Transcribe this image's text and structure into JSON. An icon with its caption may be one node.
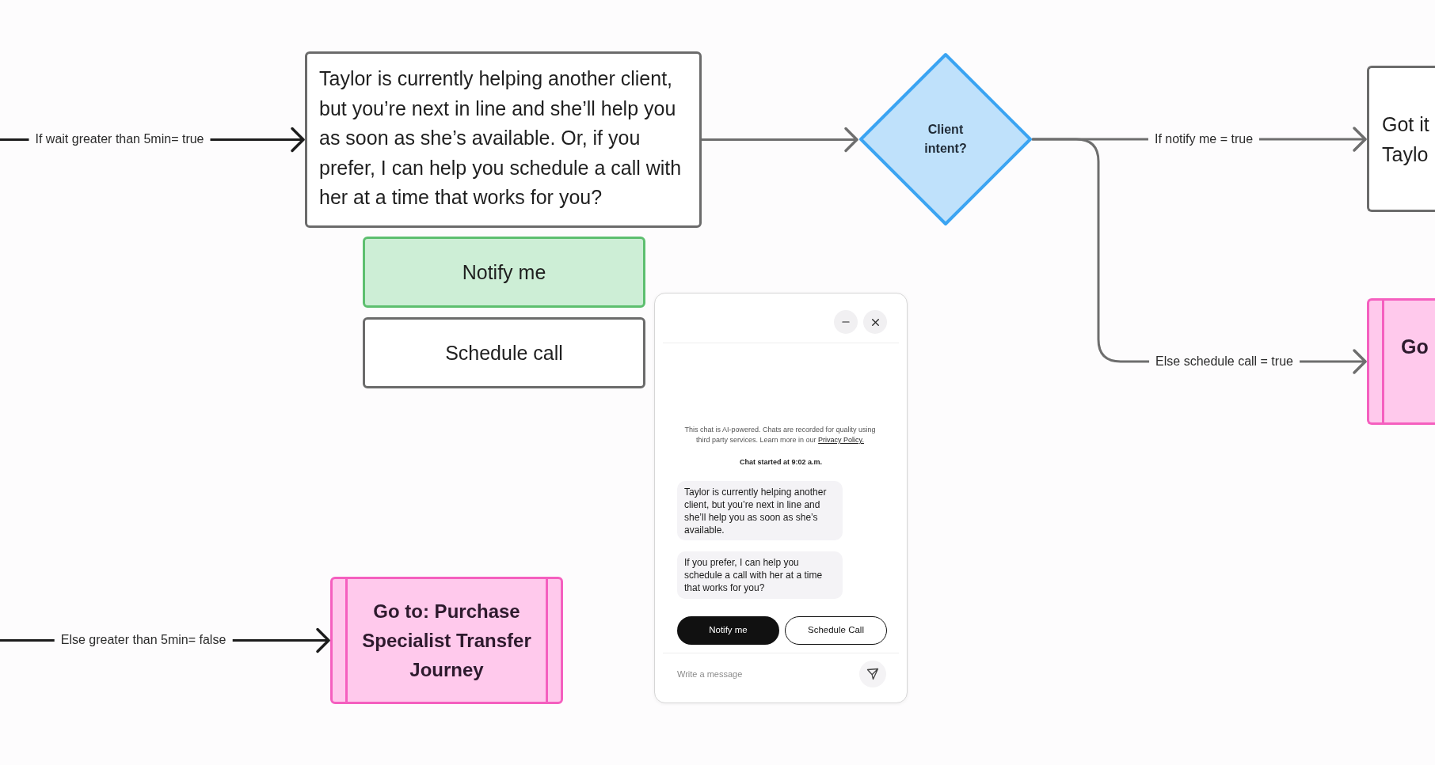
{
  "diagram": {
    "nodes": [
      {
        "text": [
          "Taylor is currently helping another client, but you’re next in line and she’ll help you as soon as she’s available. Or, if you prefer, I can help you schedule a call with her at a time that works for you?"
        ]
      },
      {
        "text": [
          "Notify me"
        ]
      },
      {
        "text": [
          "Schedule call"
        ]
      },
      {
        "text": [
          "Client intent?"
        ]
      },
      {
        "text": [
          "Got it Taylo"
        ]
      },
      {
        "text": [
          "Go"
        ]
      },
      {
        "text": [
          "This chat is AI-powered. Chats are recorded for quality using third party services. Learn more in our",
          "Privacy Policy.",
          "Chat started at 9:02 a.m.",
          "Write a message"
        ]
      },
      {
        "text": [
          "Taylor is currently helping another client, but you’re next in line and she’ll help you as soon as she’s available."
        ],
        "in": 6
      },
      {
        "text": [
          "If you prefer, I can help you schedule a call with her at a time that works for you?"
        ],
        "in": 6
      },
      {
        "text": [
          "Notify me"
        ],
        "in": 6
      },
      {
        "text": [
          "Schedule Call"
        ],
        "in": 6
      },
      {
        "text": [
          "Go to: Purchase Specialist Transfer Journey"
        ]
      }
    ],
    "edges": [
      {
        "from": null,
        "to": 0,
        "arrow": "to",
        "label": "If wait greater than 5min= true",
        "color": "#1c1c1c"
      },
      {
        "from": 0,
        "to": 3,
        "arrow": "to"
      },
      {
        "from": 3,
        "to": 4,
        "arrow": "to",
        "label": "If notify me = true"
      },
      {
        "from": 3,
        "to": 5,
        "arrow": "to",
        "label": "Else schedule call = true"
      },
      {
        "from": null,
        "to": 11,
        "arrow": "to",
        "label": "Else greater than 5min= false",
        "color": "#1c1c1c"
      }
    ]
  }
}
